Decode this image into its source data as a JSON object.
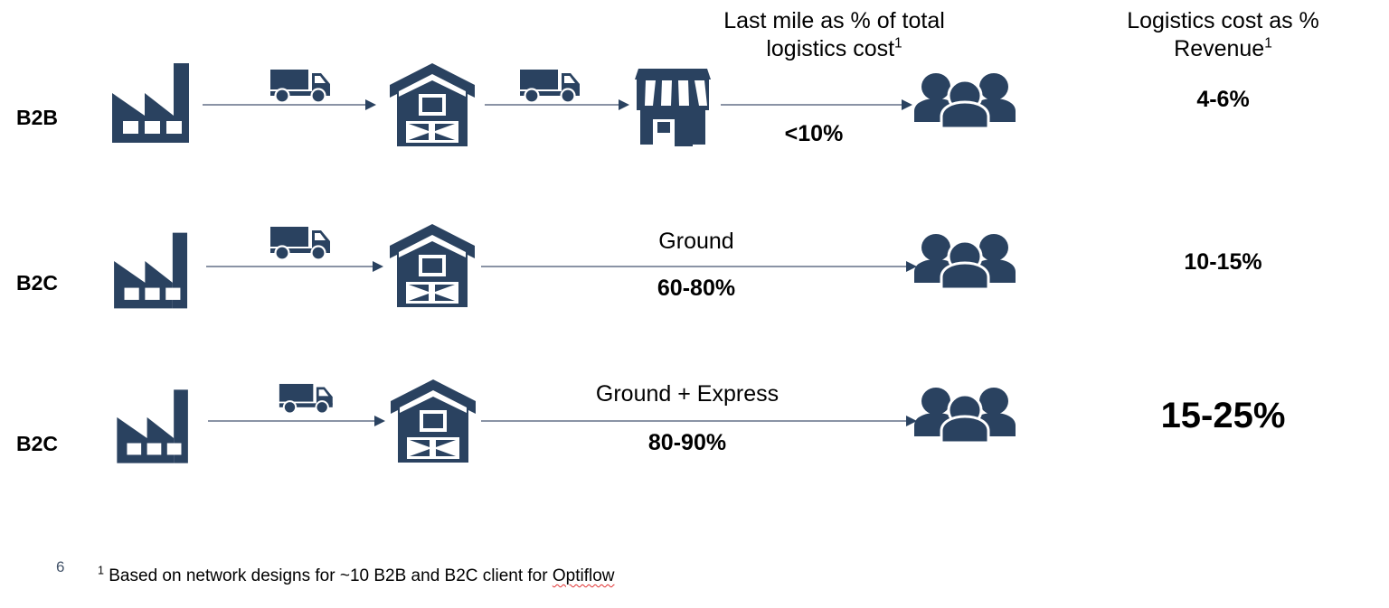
{
  "headers": {
    "last_mile": "Last mile as % of total\nlogistics cost",
    "last_mile_footnote_mark": "1",
    "logistics_cost": "Logistics cost as %\nRevenue",
    "logistics_cost_footnote_mark": "1"
  },
  "rows": [
    {
      "label": "B2B",
      "flow_label_above": "",
      "flow_label_below": "<10%",
      "right_value": "4-6%",
      "nodes": [
        "factory-icon",
        "truck-icon",
        "warehouse-icon",
        "truck-icon",
        "store-icon",
        "customers-icon"
      ]
    },
    {
      "label": "B2C",
      "flow_label_above": "Ground",
      "flow_label_below": "60-80%",
      "right_value": "10-15%",
      "nodes": [
        "factory-icon",
        "truck-icon",
        "warehouse-icon",
        "customers-icon"
      ]
    },
    {
      "label": "B2C",
      "flow_label_above": "Ground + Express",
      "flow_label_below": "80-90%",
      "right_value": "15-25%",
      "nodes": [
        "factory-icon",
        "truck-icon",
        "warehouse-icon",
        "customers-icon"
      ]
    }
  ],
  "footer": {
    "slide_number": "6",
    "footnote_mark": "1",
    "footnote_text_before": " Based on network designs for ~10 B2B and B2C client for ",
    "footnote_misspelled_word": "Optiflow"
  },
  "colors": {
    "icon_navy": "#2a4260",
    "arrow_line": "#8a93a5",
    "arrow_head": "#2a4260",
    "slide_number": "#44546a",
    "spellcheck_underline": "#e03030",
    "background": "#ffffff"
  }
}
